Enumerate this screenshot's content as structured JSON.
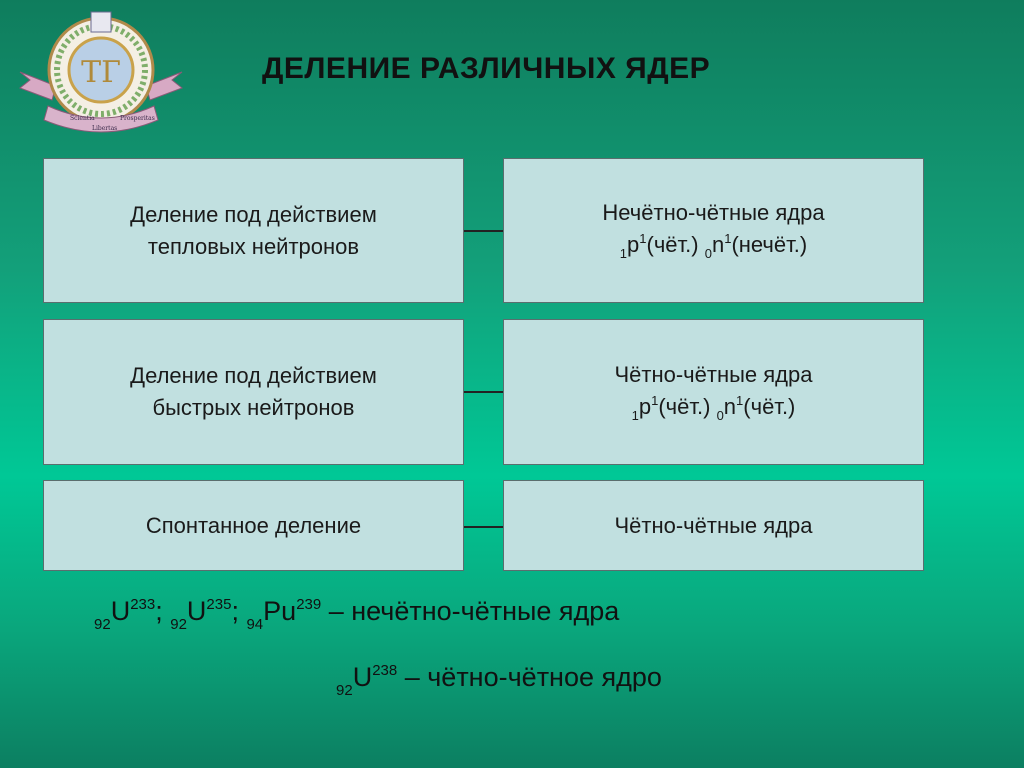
{
  "title": "ДЕЛЕНИЕ РАЗЛИЧНЫХ ЯДЕР",
  "logo": {
    "ribbon_left": "Scientia",
    "ribbon_center": "Libertas",
    "ribbon_right": "Prosperitas"
  },
  "rows": [
    {
      "left": {
        "line1": "Деление под действием",
        "line2": "тепловых нейтронов"
      },
      "right": {
        "line1": "Нечётно-чётные ядра",
        "p_pre": "1",
        "p": "p",
        "p_sup": "1",
        "p_note": "(чёт.)",
        "n_pre": "0",
        "n": "n",
        "n_sup": "1",
        "n_note": "(нечёт.)"
      }
    },
    {
      "left": {
        "line1": "Деление под действием",
        "line2": "быстрых нейтронов"
      },
      "right": {
        "line1": "Чётно-чётные ядра",
        "p_pre": "1",
        "p": "p",
        "p_sup": "1",
        "p_note": "(чёт.)",
        "n_pre": "0",
        "n": "n",
        "n_sup": "1",
        "n_note": "(чёт.)"
      }
    },
    {
      "left": {
        "line1": "Спонтанное деление"
      },
      "right": {
        "line1": "Чётно-чётные ядра"
      }
    }
  ],
  "formula1": {
    "u233_z": "92",
    "u233_sym": "U",
    "u233_a": "233",
    "sep1": "; ",
    "u235_z": "92",
    "u235_sym": "U",
    "u235_a": "235",
    "sep2": "; ",
    "pu239_z": "94",
    "pu239_sym": "Pu",
    "pu239_a": "239",
    "desc": " – нечётно-чётные ядра"
  },
  "formula2": {
    "u238_z": "92",
    "u238_sym": "U",
    "u238_a": "238",
    "desc": " – чётно-чётное ядро"
  },
  "colors": {
    "background_mid": "#00c896",
    "box_fill": "#c1e0e0",
    "box_border": "#5a6e6e"
  }
}
